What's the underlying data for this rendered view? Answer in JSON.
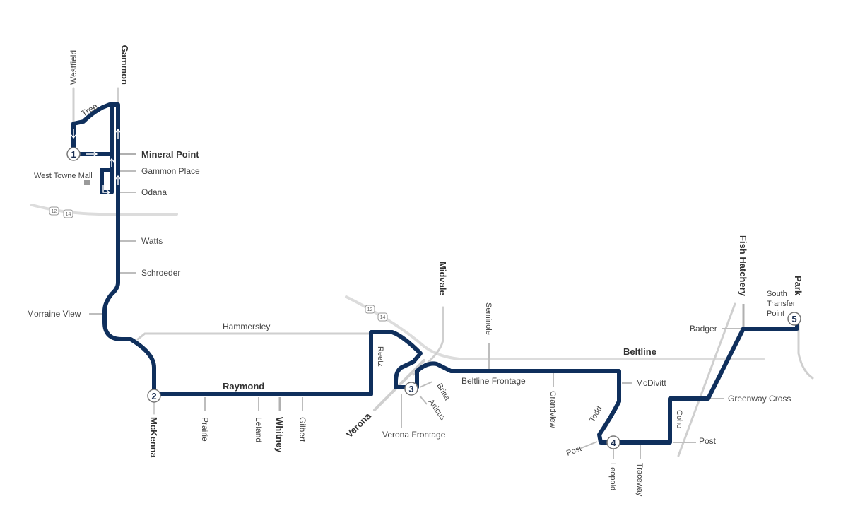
{
  "route_color": "#0f2f5c",
  "road_color": "#c8c8c8",
  "stops": [
    "1",
    "2",
    "3",
    "4",
    "5"
  ],
  "highways": {
    "us12": "12",
    "us14": "14"
  },
  "labels": {
    "westfield": "Westfield",
    "gammon": "Gammon",
    "tree": "Tree",
    "mineral_point": "Mineral Point",
    "gammon_place": "Gammon Place",
    "west_towne_mall": "West Towne Mall",
    "odana": "Odana",
    "watts": "Watts",
    "schroeder": "Schroeder",
    "morraine_view": "Morraine View",
    "hammersley": "Hammersley",
    "raymond": "Raymond",
    "mckenna": "McKenna",
    "prairie": "Prairie",
    "leland": "Leland",
    "whitney": "Whitney",
    "gilbert": "Gilbert",
    "reetz": "Reetz",
    "midvale": "Midvale",
    "verona": "Verona",
    "britta": "Britta",
    "atticus": "Atticus",
    "verona_frontage": "Verona Frontage",
    "seminole": "Seminole",
    "beltline_frontage": "Beltline Frontage",
    "grandview": "Grandview",
    "beltline": "Beltline",
    "todd": "Todd",
    "mcdivitt": "McDivitt",
    "post_left": "Post",
    "leopold": "Leopold",
    "traceway": "Traceway",
    "post_right": "Post",
    "coho": "Coho",
    "greenway_cross": "Greenway Cross",
    "badger": "Badger",
    "fish_hatchery": "Fish Hatchery",
    "park": "Park",
    "south_transfer_point": [
      "South",
      "Transfer",
      "Point"
    ]
  }
}
